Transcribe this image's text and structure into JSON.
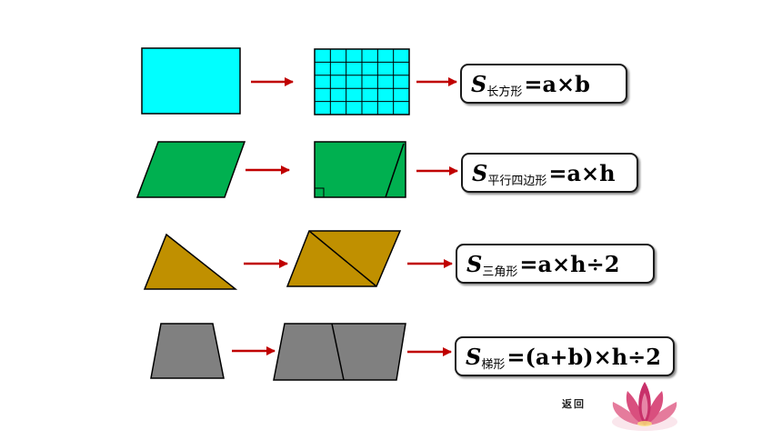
{
  "colors": {
    "rectangle": "#00FFFF",
    "parallelogram": "#00B050",
    "triangle": "#C09000",
    "trapezoid": "#808080",
    "arrow": "#C00000",
    "outline": "#000000"
  },
  "formulas": [
    {
      "symbol": "S",
      "subscript": "长方形",
      "expression": "=a×b"
    },
    {
      "symbol": "S",
      "subscript": "平行四边形",
      "expression": "=a×h"
    },
    {
      "symbol": "S",
      "subscript": "三角形",
      "expression": "=a×h÷2"
    },
    {
      "symbol": "S",
      "subscript": "梯形",
      "expression": "=(a+b)×h÷2"
    }
  ],
  "back_button": {
    "label": "返回",
    "icon": "lotus-flower-icon"
  }
}
